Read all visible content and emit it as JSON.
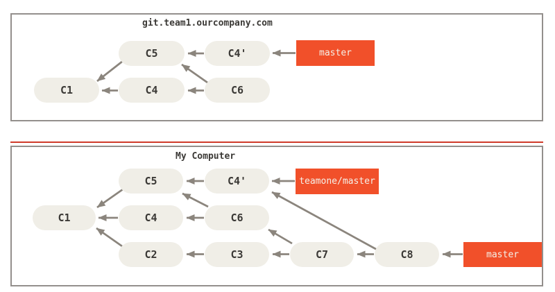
{
  "title": "Git rebase perils diagram",
  "colors": {
    "background": "#ffffff",
    "panel_border": "#938f8c",
    "commit_fill": "#f0eee7",
    "commit_text": "#3b3936",
    "arrow": "#8b857d",
    "ref_fill": "#f1502a",
    "ref_text": "#f4f1e9",
    "red_divider": "#cf3a28"
  },
  "panels": [
    {
      "title": "git.team1.ourcompany.com",
      "commits": [
        {
          "id": "C5",
          "label": "C5"
        },
        {
          "id": "C4'",
          "label": "C4'"
        },
        {
          "id": "C1",
          "label": "C1"
        },
        {
          "id": "C4",
          "label": "C4"
        },
        {
          "id": "C6",
          "label": "C6"
        }
      ],
      "refs": [
        {
          "id": "master",
          "label": "master",
          "points_to": "C4'"
        }
      ],
      "edges": [
        {
          "from": "C4",
          "to": "C1"
        },
        {
          "from": "C6",
          "to": "C4"
        },
        {
          "from": "C6",
          "to": "C5"
        },
        {
          "from": "C5",
          "to": "C1"
        },
        {
          "from": "C4'",
          "to": "C5"
        },
        {
          "from": "master",
          "to": "C4'"
        }
      ]
    },
    {
      "title": "My Computer",
      "commits": [
        {
          "id": "C5",
          "label": "C5"
        },
        {
          "id": "C4'",
          "label": "C4'"
        },
        {
          "id": "C1",
          "label": "C1"
        },
        {
          "id": "C4",
          "label": "C4"
        },
        {
          "id": "C6",
          "label": "C6"
        },
        {
          "id": "C2",
          "label": "C2"
        },
        {
          "id": "C3",
          "label": "C3"
        },
        {
          "id": "C7",
          "label": "C7"
        },
        {
          "id": "C8",
          "label": "C8"
        }
      ],
      "refs": [
        {
          "id": "teamone/master",
          "label": "teamone/master",
          "points_to": "C4'"
        },
        {
          "id": "master",
          "label": "master",
          "points_to": "C8"
        }
      ],
      "edges": [
        {
          "from": "C4'",
          "to": "C5"
        },
        {
          "from": "teamone/master",
          "to": "C4'"
        },
        {
          "from": "C5",
          "to": "C1"
        },
        {
          "from": "C4",
          "to": "C1"
        },
        {
          "from": "C6",
          "to": "C4"
        },
        {
          "from": "C6",
          "to": "C5"
        },
        {
          "from": "C2",
          "to": "C1"
        },
        {
          "from": "C3",
          "to": "C2"
        },
        {
          "from": "C7",
          "to": "C3"
        },
        {
          "from": "C7",
          "to": "C6"
        },
        {
          "from": "C8",
          "to": "C7"
        },
        {
          "from": "C8",
          "to": "C4'"
        },
        {
          "from": "master",
          "to": "C8"
        }
      ]
    }
  ]
}
